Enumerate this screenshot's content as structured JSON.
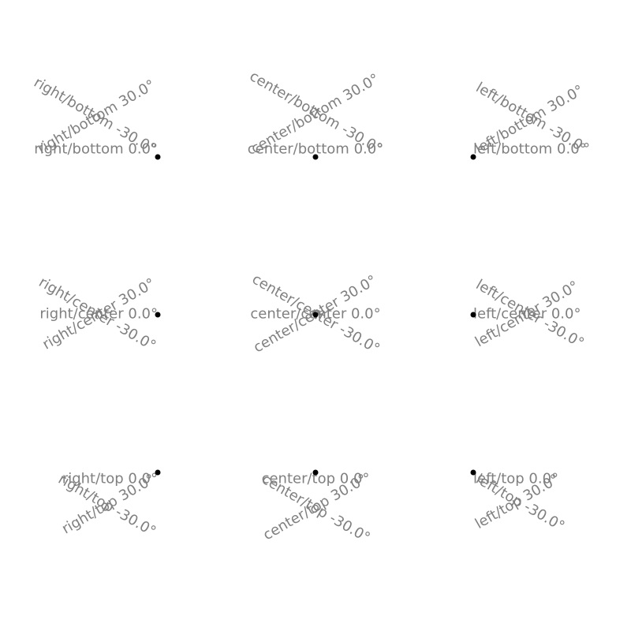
{
  "rows": [
    {
      "cells": [
        {
          "labels": [
            "right/bottom -30.0°",
            "right/bottom 0.0°",
            "right/bottom 30.0°"
          ]
        },
        {
          "labels": [
            "center/bottom -30.0°",
            "center/bottom 0.0°",
            "center/bottom 30.0°"
          ]
        },
        {
          "labels": [
            "left/bottom -30.0°",
            "left/bottom 0.0°",
            "left/bottom 30.0°"
          ]
        }
      ]
    },
    {
      "cells": [
        {
          "labels": [
            "right/center -30.0°",
            "right/center 0.0°",
            "right/center 30.0°"
          ]
        },
        {
          "labels": [
            "center/center -30.0°",
            "center/center 0.0°",
            "center/center 30.0°"
          ]
        },
        {
          "labels": [
            "left/center -30.0°",
            "left/center 0.0°",
            "left/center 30.0°"
          ]
        }
      ]
    },
    {
      "cells": [
        {
          "labels": [
            "right/top -30.0°",
            "right/top 0.0°",
            "right/top 30.0°"
          ]
        },
        {
          "labels": [
            "center/top -30.0°",
            "center/top 0.0°",
            "center/top 30.0°"
          ]
        },
        {
          "labels": [
            "left/top -30.0°",
            "left/top 0.0°",
            "left/top 30.0°"
          ]
        }
      ]
    }
  ]
}
